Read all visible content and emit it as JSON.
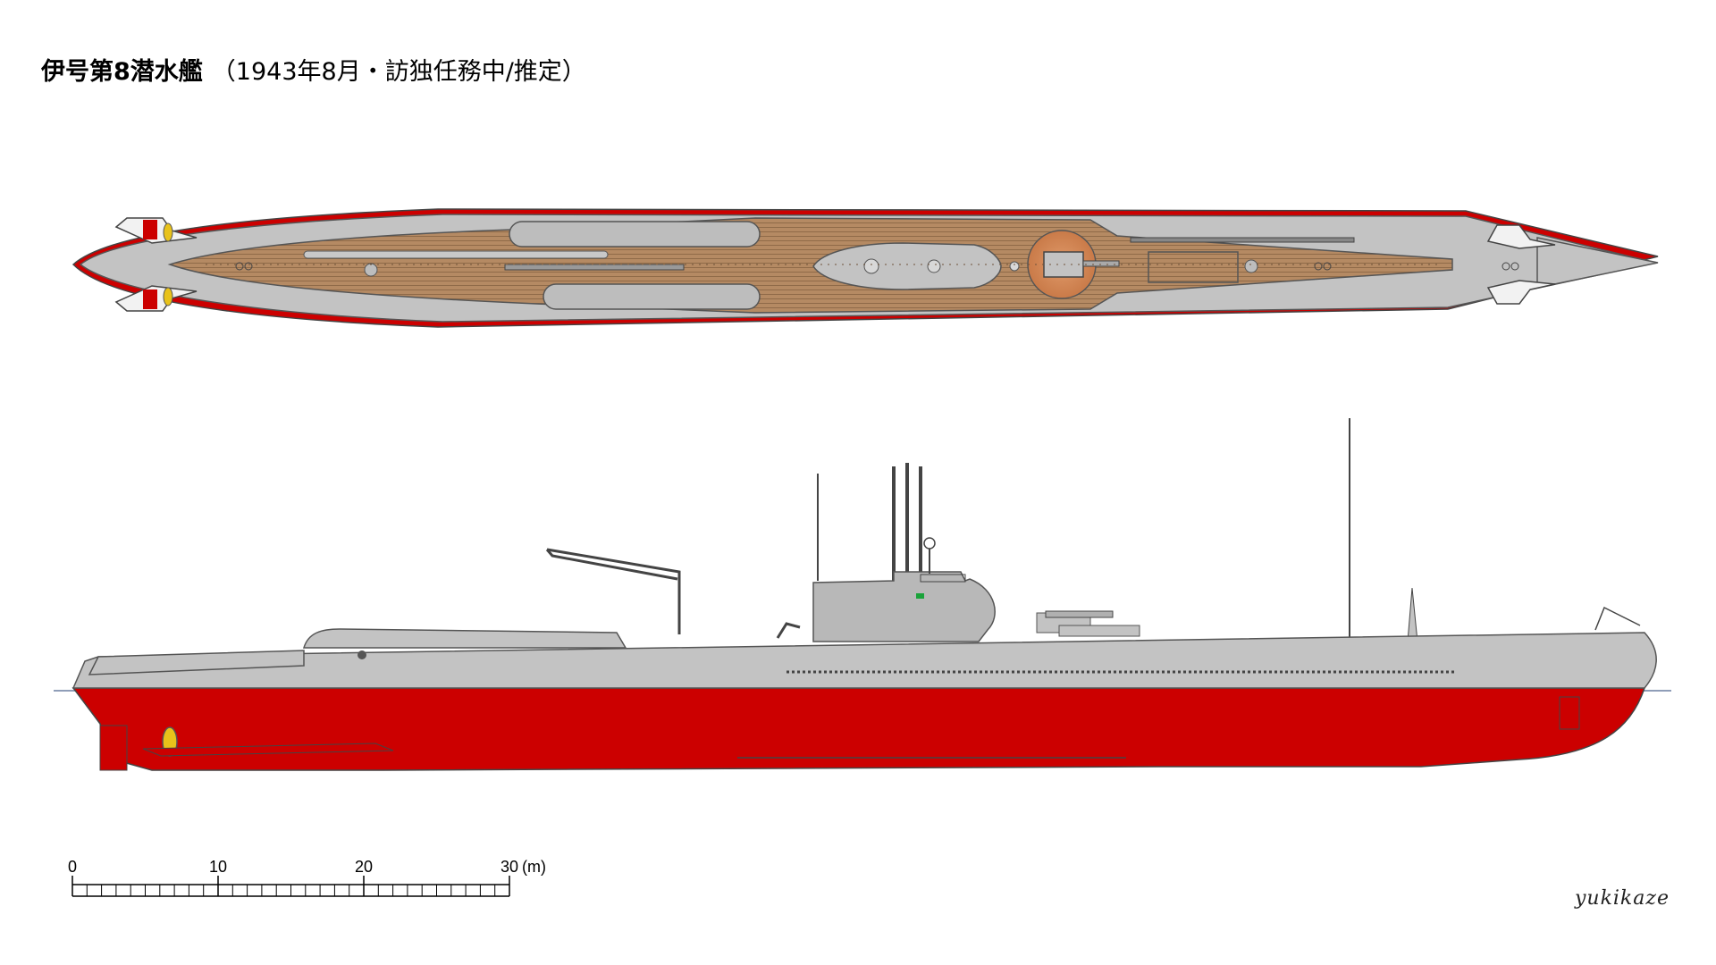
{
  "title": {
    "main": "伊号第8潜水艦",
    "subtitle": "（1943年8月・訪独任務中/推定）"
  },
  "scale_bar": {
    "ticks": [
      {
        "label": "0",
        "meters": 0
      },
      {
        "label": "10",
        "meters": 10
      },
      {
        "label": "20",
        "meters": 20
      },
      {
        "label": "30",
        "meters": 30
      }
    ],
    "unit_label": "(m)",
    "max_meters": 30
  },
  "signature": "yukikaze",
  "colors": {
    "hull_gray": "#c3c3c3",
    "hull_red": "#cc0000",
    "deck_wood": "#b58a63",
    "outline": "#555555",
    "waterline": "#6a7fa0"
  }
}
